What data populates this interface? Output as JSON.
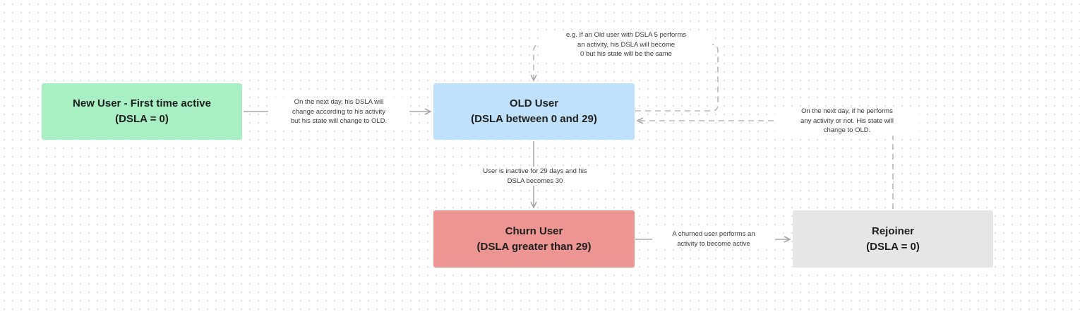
{
  "colors": {
    "new_user": "#a8efc4",
    "old_user": "#bfe1fb",
    "churn_user": "#ec9593",
    "rejoiner": "#e6e6e6",
    "solid_connector": "#a8a8a8",
    "dashed_connector": "#b8b8b8"
  },
  "nodes": {
    "new_user": {
      "line1": "New User - First time active",
      "line2": "(DSLA = 0)"
    },
    "old_user": {
      "line1": "OLD User",
      "line2": "(DSLA between 0 and 29)"
    },
    "churn_user": {
      "line1": "Churn User",
      "line2": "(DSLA greater than 29)"
    },
    "rejoiner": {
      "line1": "Rejoiner",
      "line2": "(DSLA = 0)"
    }
  },
  "edges": {
    "new_to_old": {
      "style": "solid",
      "lines": [
        "On the next day, his DSLA will",
        "change according to his activity",
        "but his state will change to OLD."
      ]
    },
    "old_self_loop": {
      "style": "dashed",
      "lines": [
        "e.g. If an Old user with DSLA 5 performs",
        "an activity, his DSLA will become",
        "0 but his state will be the same"
      ]
    },
    "old_to_churn": {
      "style": "solid",
      "lines": [
        "User is inactive for 29 days and his",
        "DSLA becomes 30"
      ]
    },
    "churn_to_rejoiner": {
      "style": "solid",
      "lines": [
        "A churned user performs an",
        "activity to become active"
      ]
    },
    "rejoiner_to_old": {
      "style": "dashed",
      "lines": [
        "On the next day, if he performs",
        "any activity or not. His state will",
        "change to OLD."
      ]
    }
  }
}
